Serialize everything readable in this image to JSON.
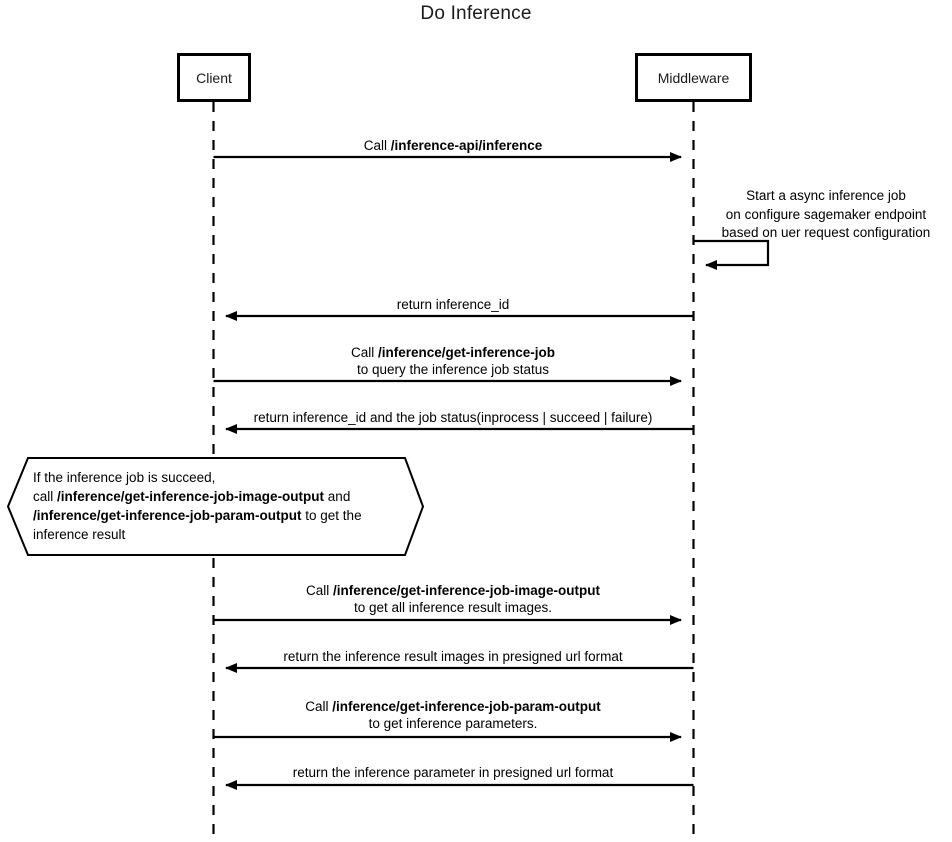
{
  "diagram": {
    "title": "Do Inference",
    "type": "sequence-diagram",
    "colors": {
      "stroke": "#000000",
      "background": "#ffffff",
      "text": "#000000"
    },
    "participants": [
      {
        "id": "client",
        "label": "Client"
      },
      {
        "id": "middleware",
        "label": "Middleware"
      }
    ],
    "messages": [
      {
        "id": "msg-call-inference-api",
        "from": "client",
        "to": "middleware",
        "direction": "right",
        "lines": [
          {
            "prefix": "Call ",
            "bold": "/inference-api/inference",
            "suffix": ""
          }
        ]
      },
      {
        "id": "msg-self-start-async-job",
        "from": "middleware",
        "to": "middleware",
        "direction": "self",
        "lines": [
          {
            "prefix": "Start a async inference job",
            "bold": "",
            "suffix": ""
          },
          {
            "prefix": "on configure sagemaker endpoint",
            "bold": "",
            "suffix": ""
          },
          {
            "prefix": "based on uer request configuration",
            "bold": "",
            "suffix": ""
          }
        ]
      },
      {
        "id": "msg-return-inference-id",
        "from": "middleware",
        "to": "client",
        "direction": "left",
        "lines": [
          {
            "prefix": "return inference_id",
            "bold": "",
            "suffix": ""
          }
        ]
      },
      {
        "id": "msg-call-get-inference-job",
        "from": "client",
        "to": "middleware",
        "direction": "right",
        "lines": [
          {
            "prefix": "Call ",
            "bold": "/inference/get-inference-job",
            "suffix": ""
          },
          {
            "prefix": "to query the inference job status",
            "bold": "",
            "suffix": ""
          }
        ]
      },
      {
        "id": "msg-return-job-status",
        "from": "middleware",
        "to": "client",
        "direction": "left",
        "lines": [
          {
            "prefix": "return inference_id and the job status(inprocess | succeed | failure)",
            "bold": "",
            "suffix": ""
          }
        ]
      },
      {
        "id": "msg-call-image-output",
        "from": "client",
        "to": "middleware",
        "direction": "right",
        "lines": [
          {
            "prefix": "Call ",
            "bold": "/inference/get-inference-job-image-output",
            "suffix": ""
          },
          {
            "prefix": "to get all inference result images.",
            "bold": "",
            "suffix": ""
          }
        ]
      },
      {
        "id": "msg-return-images",
        "from": "middleware",
        "to": "client",
        "direction": "left",
        "lines": [
          {
            "prefix": "return the inference result images in presigned url format",
            "bold": "",
            "suffix": ""
          }
        ]
      },
      {
        "id": "msg-call-param-output",
        "from": "client",
        "to": "middleware",
        "direction": "right",
        "lines": [
          {
            "prefix": "Call ",
            "bold": "/inference/get-inference-job-param-output",
            "suffix": ""
          },
          {
            "prefix": "to get inference parameters.",
            "bold": "",
            "suffix": ""
          }
        ]
      },
      {
        "id": "msg-return-params",
        "from": "middleware",
        "to": "client",
        "direction": "left",
        "lines": [
          {
            "prefix": "return the inference parameter in presigned url format",
            "bold": "",
            "suffix": ""
          }
        ]
      }
    ],
    "note": {
      "id": "note-if-succeed",
      "shape": "hexagon",
      "lines": [
        {
          "prefix": "If the inference job is succeed,",
          "bold": "",
          "suffix": ""
        },
        {
          "prefix": "call ",
          "bold": "/inference/get-inference-job-image-output",
          "suffix": " and"
        },
        {
          "prefix": "",
          "bold": "/inference/get-inference-job-param-output",
          "suffix": " to get the"
        },
        {
          "prefix": "inference result",
          "bold": "",
          "suffix": ""
        }
      ]
    }
  }
}
